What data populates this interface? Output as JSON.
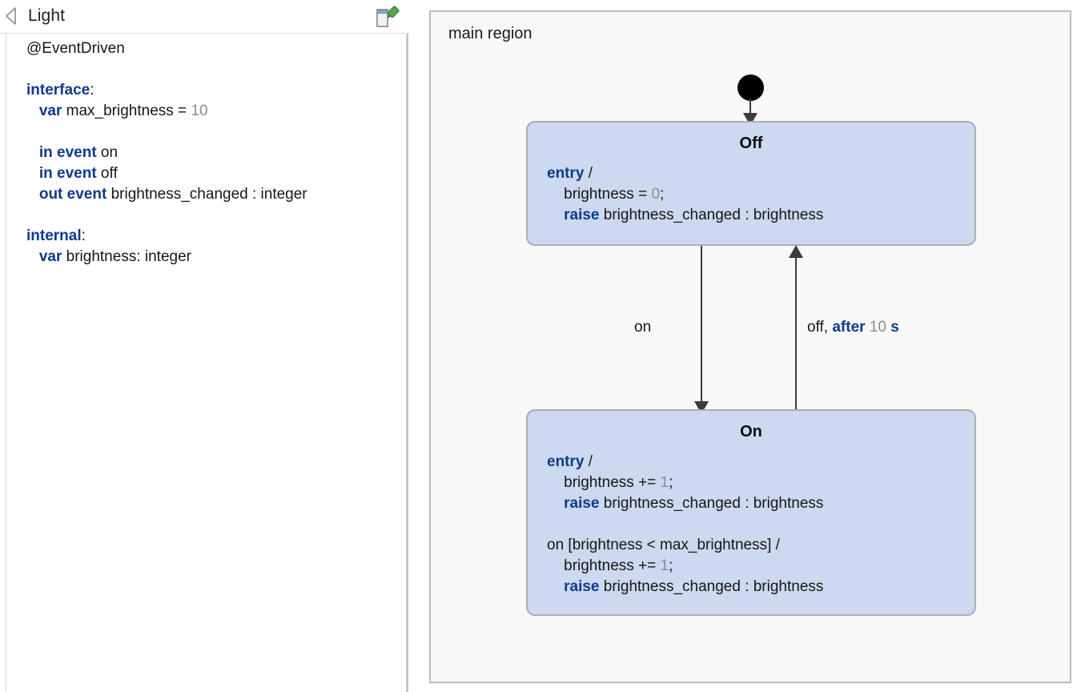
{
  "editor": {
    "title": "Light",
    "collapse_icon": "collapse-left-arrow-icon",
    "view_icon": "restore-view-icon",
    "pin_icon": "green-pin-icon",
    "code_lines": [
      {
        "indent": 0,
        "tokens": [
          {
            "t": "@EventDriven",
            "s": "plain"
          }
        ]
      },
      {
        "indent": 0,
        "tokens": []
      },
      {
        "indent": 0,
        "tokens": [
          {
            "t": "interface",
            "s": "kw"
          },
          {
            "t": ":",
            "s": "plain"
          }
        ]
      },
      {
        "indent": 1,
        "tokens": [
          {
            "t": "var",
            "s": "kw"
          },
          {
            "t": " max_brightness = ",
            "s": "plain"
          },
          {
            "t": "10",
            "s": "num"
          }
        ]
      },
      {
        "indent": 0,
        "tokens": []
      },
      {
        "indent": 1,
        "tokens": [
          {
            "t": "in event",
            "s": "kw"
          },
          {
            "t": " on",
            "s": "plain"
          }
        ]
      },
      {
        "indent": 1,
        "tokens": [
          {
            "t": "in event",
            "s": "kw"
          },
          {
            "t": " off",
            "s": "plain"
          }
        ]
      },
      {
        "indent": 1,
        "tokens": [
          {
            "t": "out event",
            "s": "kw"
          },
          {
            "t": " brightness_changed : integer",
            "s": "plain"
          }
        ]
      },
      {
        "indent": 0,
        "tokens": []
      },
      {
        "indent": 0,
        "tokens": [
          {
            "t": "internal",
            "s": "kw"
          },
          {
            "t": ":",
            "s": "plain"
          }
        ]
      },
      {
        "indent": 1,
        "tokens": [
          {
            "t": "var",
            "s": "kw"
          },
          {
            "t": " brightness: integer",
            "s": "plain"
          }
        ]
      }
    ]
  },
  "diagram": {
    "region_label": "main region",
    "initial_node": "initial-state-node",
    "states": [
      {
        "id": "off",
        "name": "Off",
        "body_lines": [
          {
            "indent": 0,
            "tokens": [
              {
                "t": "entry",
                "s": "kw"
              },
              {
                "t": " /",
                "s": "plain"
              }
            ]
          },
          {
            "indent": 1,
            "tokens": [
              {
                "t": "brightness = ",
                "s": "plain"
              },
              {
                "t": "0",
                "s": "num"
              },
              {
                "t": ";",
                "s": "plain"
              }
            ]
          },
          {
            "indent": 1,
            "tokens": [
              {
                "t": "raise",
                "s": "kw"
              },
              {
                "t": " brightness_changed : brightness",
                "s": "plain"
              }
            ]
          }
        ]
      },
      {
        "id": "on",
        "name": "On",
        "body_lines": [
          {
            "indent": 0,
            "tokens": [
              {
                "t": "entry",
                "s": "kw"
              },
              {
                "t": " /",
                "s": "plain"
              }
            ]
          },
          {
            "indent": 1,
            "tokens": [
              {
                "t": "brightness += ",
                "s": "plain"
              },
              {
                "t": "1",
                "s": "num"
              },
              {
                "t": ";",
                "s": "plain"
              }
            ]
          },
          {
            "indent": 1,
            "tokens": [
              {
                "t": "raise",
                "s": "kw"
              },
              {
                "t": " brightness_changed : brightness",
                "s": "plain"
              }
            ]
          },
          {
            "indent": 0,
            "tokens": []
          },
          {
            "indent": 0,
            "tokens": [
              {
                "t": "on [brightness < max_brightness] /",
                "s": "plain"
              }
            ]
          },
          {
            "indent": 1,
            "tokens": [
              {
                "t": "brightness += ",
                "s": "plain"
              },
              {
                "t": "1",
                "s": "num"
              },
              {
                "t": ";",
                "s": "plain"
              }
            ]
          },
          {
            "indent": 1,
            "tokens": [
              {
                "t": "raise",
                "s": "kw"
              },
              {
                "t": " brightness_changed : brightness",
                "s": "plain"
              }
            ]
          }
        ]
      }
    ],
    "transitions": [
      {
        "id": "off-to-on",
        "label_tokens": [
          {
            "t": "on",
            "s": "plain"
          }
        ]
      },
      {
        "id": "on-to-off",
        "label_tokens": [
          {
            "t": "off, ",
            "s": "plain"
          },
          {
            "t": "after",
            "s": "kw"
          },
          {
            "t": " ",
            "s": "plain"
          },
          {
            "t": "10",
            "s": "num"
          },
          {
            "t": " ",
            "s": "plain"
          },
          {
            "t": "s",
            "s": "kw"
          }
        ]
      }
    ]
  },
  "colors": {
    "keyword": "#0e3a8c",
    "number": "#8d8d8d",
    "state_fill": "#ccd9ee",
    "state_border": "#a9aeb6",
    "canvas_bg": "#f8f8f8",
    "canvas_border": "#bcbcbc",
    "edge": "#3b3b3b"
  }
}
